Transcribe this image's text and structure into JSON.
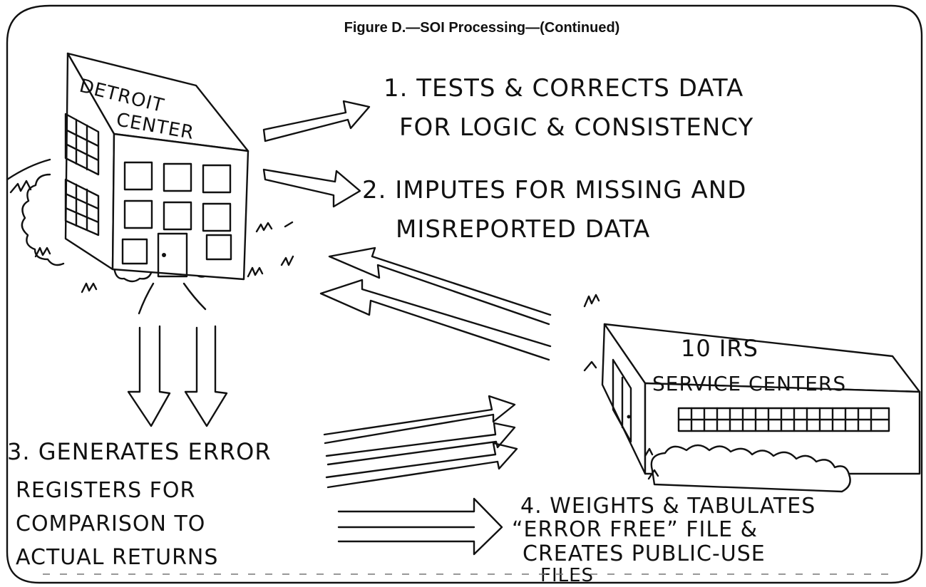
{
  "figure_title": "Figure D.—SOI Processing—(Continued)",
  "detroit_center": {
    "line1": "DETROIT",
    "line2": "CENTER"
  },
  "service_centers": {
    "line1": "10 IRS",
    "line2": "SERVICE CENTERS"
  },
  "steps": [
    {
      "line1": "1. TESTS & CORRECTS DATA",
      "line2": "FOR LOGIC & CONSISTENCY"
    },
    {
      "line1": "2. IMPUTES FOR MISSING AND",
      "line2": "MISREPORTED DATA"
    },
    {
      "line1": "3. GENERATES ERROR",
      "line2": "REGISTERS FOR",
      "line3": "COMPARISON TO",
      "line4": "ACTUAL RETURNS"
    },
    {
      "line1": "4. WEIGHTS & TABULATES",
      "line2": "“ERROR FREE” FILE &",
      "line3": "CREATES PUBLIC-USE",
      "line4": "FILES"
    }
  ]
}
